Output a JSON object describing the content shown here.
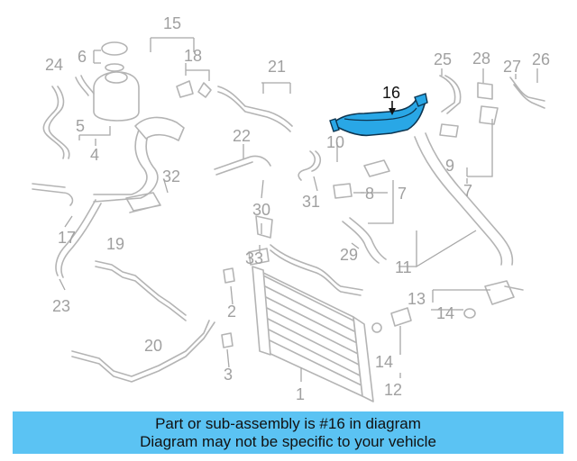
{
  "highlight_color": "#29a7e6",
  "banner_color": "#5bc3f3",
  "highlighted_part": "16",
  "labels": {
    "p1": "1",
    "p2": "2",
    "p3": "3",
    "p4": "4",
    "p5": "5",
    "p6": "6",
    "p7a": "7",
    "p7b": "7",
    "p8": "8",
    "p9": "9",
    "p10": "10",
    "p11": "11",
    "p12": "12",
    "p13": "13",
    "p14a": "14",
    "p14b": "14",
    "p15": "15",
    "p16": "16",
    "p17": "17",
    "p18": "18",
    "p19": "19",
    "p20": "20",
    "p21": "21",
    "p22": "22",
    "p23": "23",
    "p24": "24",
    "p25": "25",
    "p26": "26",
    "p27": "27",
    "p28": "28",
    "p29": "29",
    "p30": "30",
    "p31": "31",
    "p32": "32",
    "p33": "33"
  },
  "banner": {
    "line1": "Part or sub-assembly is #16 in diagram",
    "line2": "Diagram may not be specific to your vehicle"
  }
}
